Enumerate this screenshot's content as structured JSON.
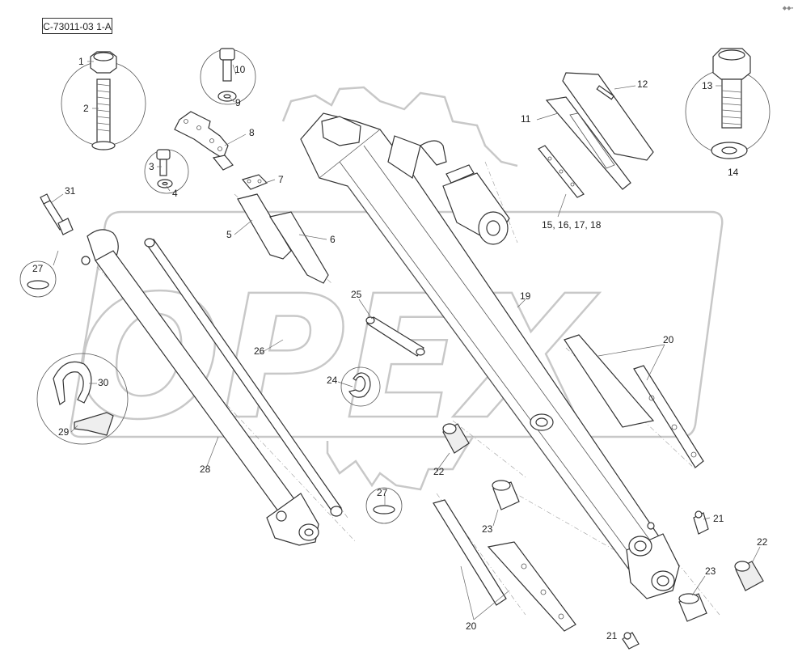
{
  "drawing_code": "C-73011-03 1-A",
  "watermark": "OPEX",
  "callouts": [
    {
      "id": "1",
      "text": "1"
    },
    {
      "id": "2",
      "text": "2"
    },
    {
      "id": "3",
      "text": "3"
    },
    {
      "id": "4",
      "text": "4"
    },
    {
      "id": "5",
      "text": "5"
    },
    {
      "id": "6",
      "text": "6"
    },
    {
      "id": "7",
      "text": "7"
    },
    {
      "id": "8",
      "text": "8"
    },
    {
      "id": "9",
      "text": "9"
    },
    {
      "id": "10",
      "text": "10"
    },
    {
      "id": "11",
      "text": "11"
    },
    {
      "id": "12",
      "text": "12"
    },
    {
      "id": "13",
      "text": "13"
    },
    {
      "id": "14",
      "text": "14"
    },
    {
      "id": "15-18",
      "text": "15, 16, 17, 18"
    },
    {
      "id": "19",
      "text": "19"
    },
    {
      "id": "20a",
      "text": "20"
    },
    {
      "id": "20b",
      "text": "20"
    },
    {
      "id": "21a",
      "text": "21"
    },
    {
      "id": "21b",
      "text": "21"
    },
    {
      "id": "22a",
      "text": "22"
    },
    {
      "id": "22b",
      "text": "22"
    },
    {
      "id": "23a",
      "text": "23"
    },
    {
      "id": "23b",
      "text": "23"
    },
    {
      "id": "24",
      "text": "24"
    },
    {
      "id": "25",
      "text": "25"
    },
    {
      "id": "26",
      "text": "26"
    },
    {
      "id": "27a",
      "text": "27"
    },
    {
      "id": "27b",
      "text": "27"
    },
    {
      "id": "28",
      "text": "28"
    },
    {
      "id": "29",
      "text": "29"
    },
    {
      "id": "30",
      "text": "30"
    },
    {
      "id": "31",
      "text": "31"
    }
  ]
}
